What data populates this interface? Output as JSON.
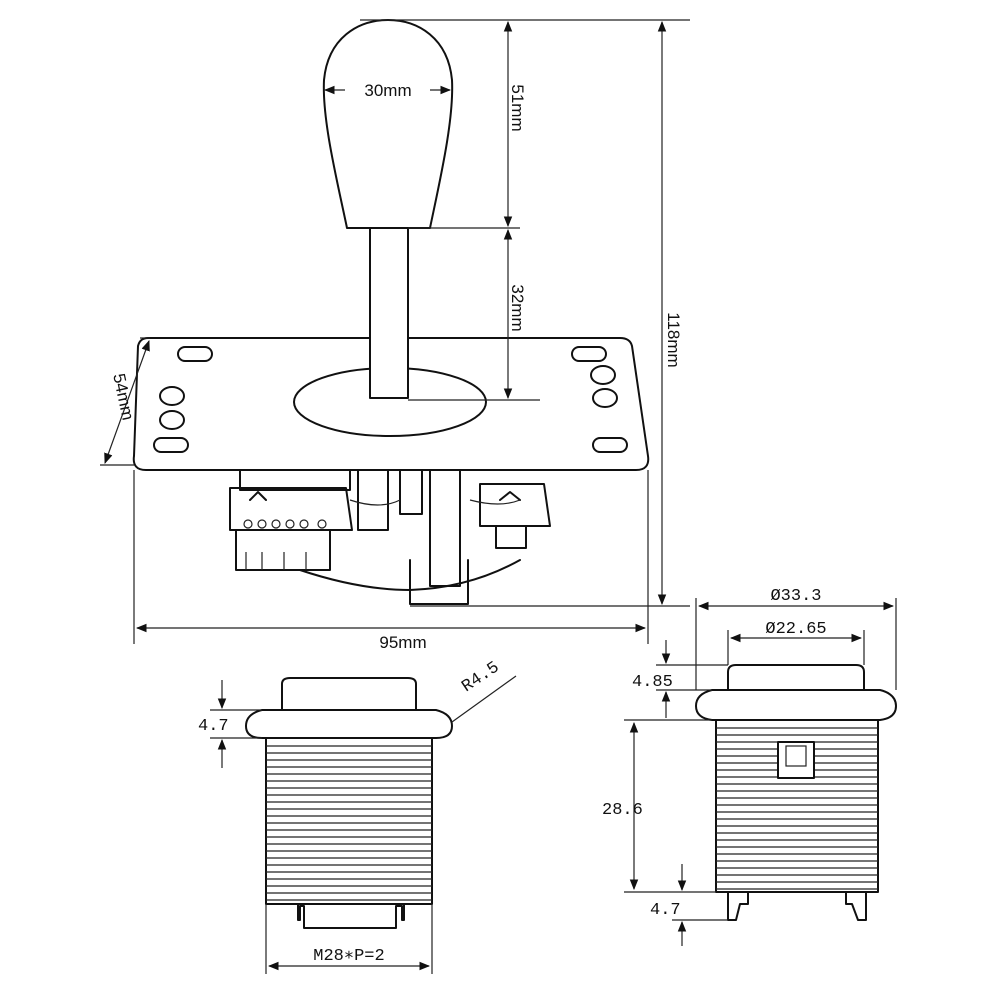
{
  "joystick": {
    "ball_width": "30mm",
    "ball_height": "51mm",
    "shaft_height": "32mm",
    "total_height": "118mm",
    "plate_depth": "54mm",
    "plate_width": "95mm"
  },
  "button_left": {
    "radius": "R4.5",
    "bezel_height": "4.7",
    "thread": "M28∗P=2"
  },
  "button_right": {
    "outer_diameter": "Ø33.3",
    "inner_diameter": "Ø22.65",
    "cap_height": "4.85",
    "body_height": "28.6",
    "terminal_height": "4.7"
  },
  "colors": {
    "line": "#111111",
    "background": "#ffffff"
  }
}
